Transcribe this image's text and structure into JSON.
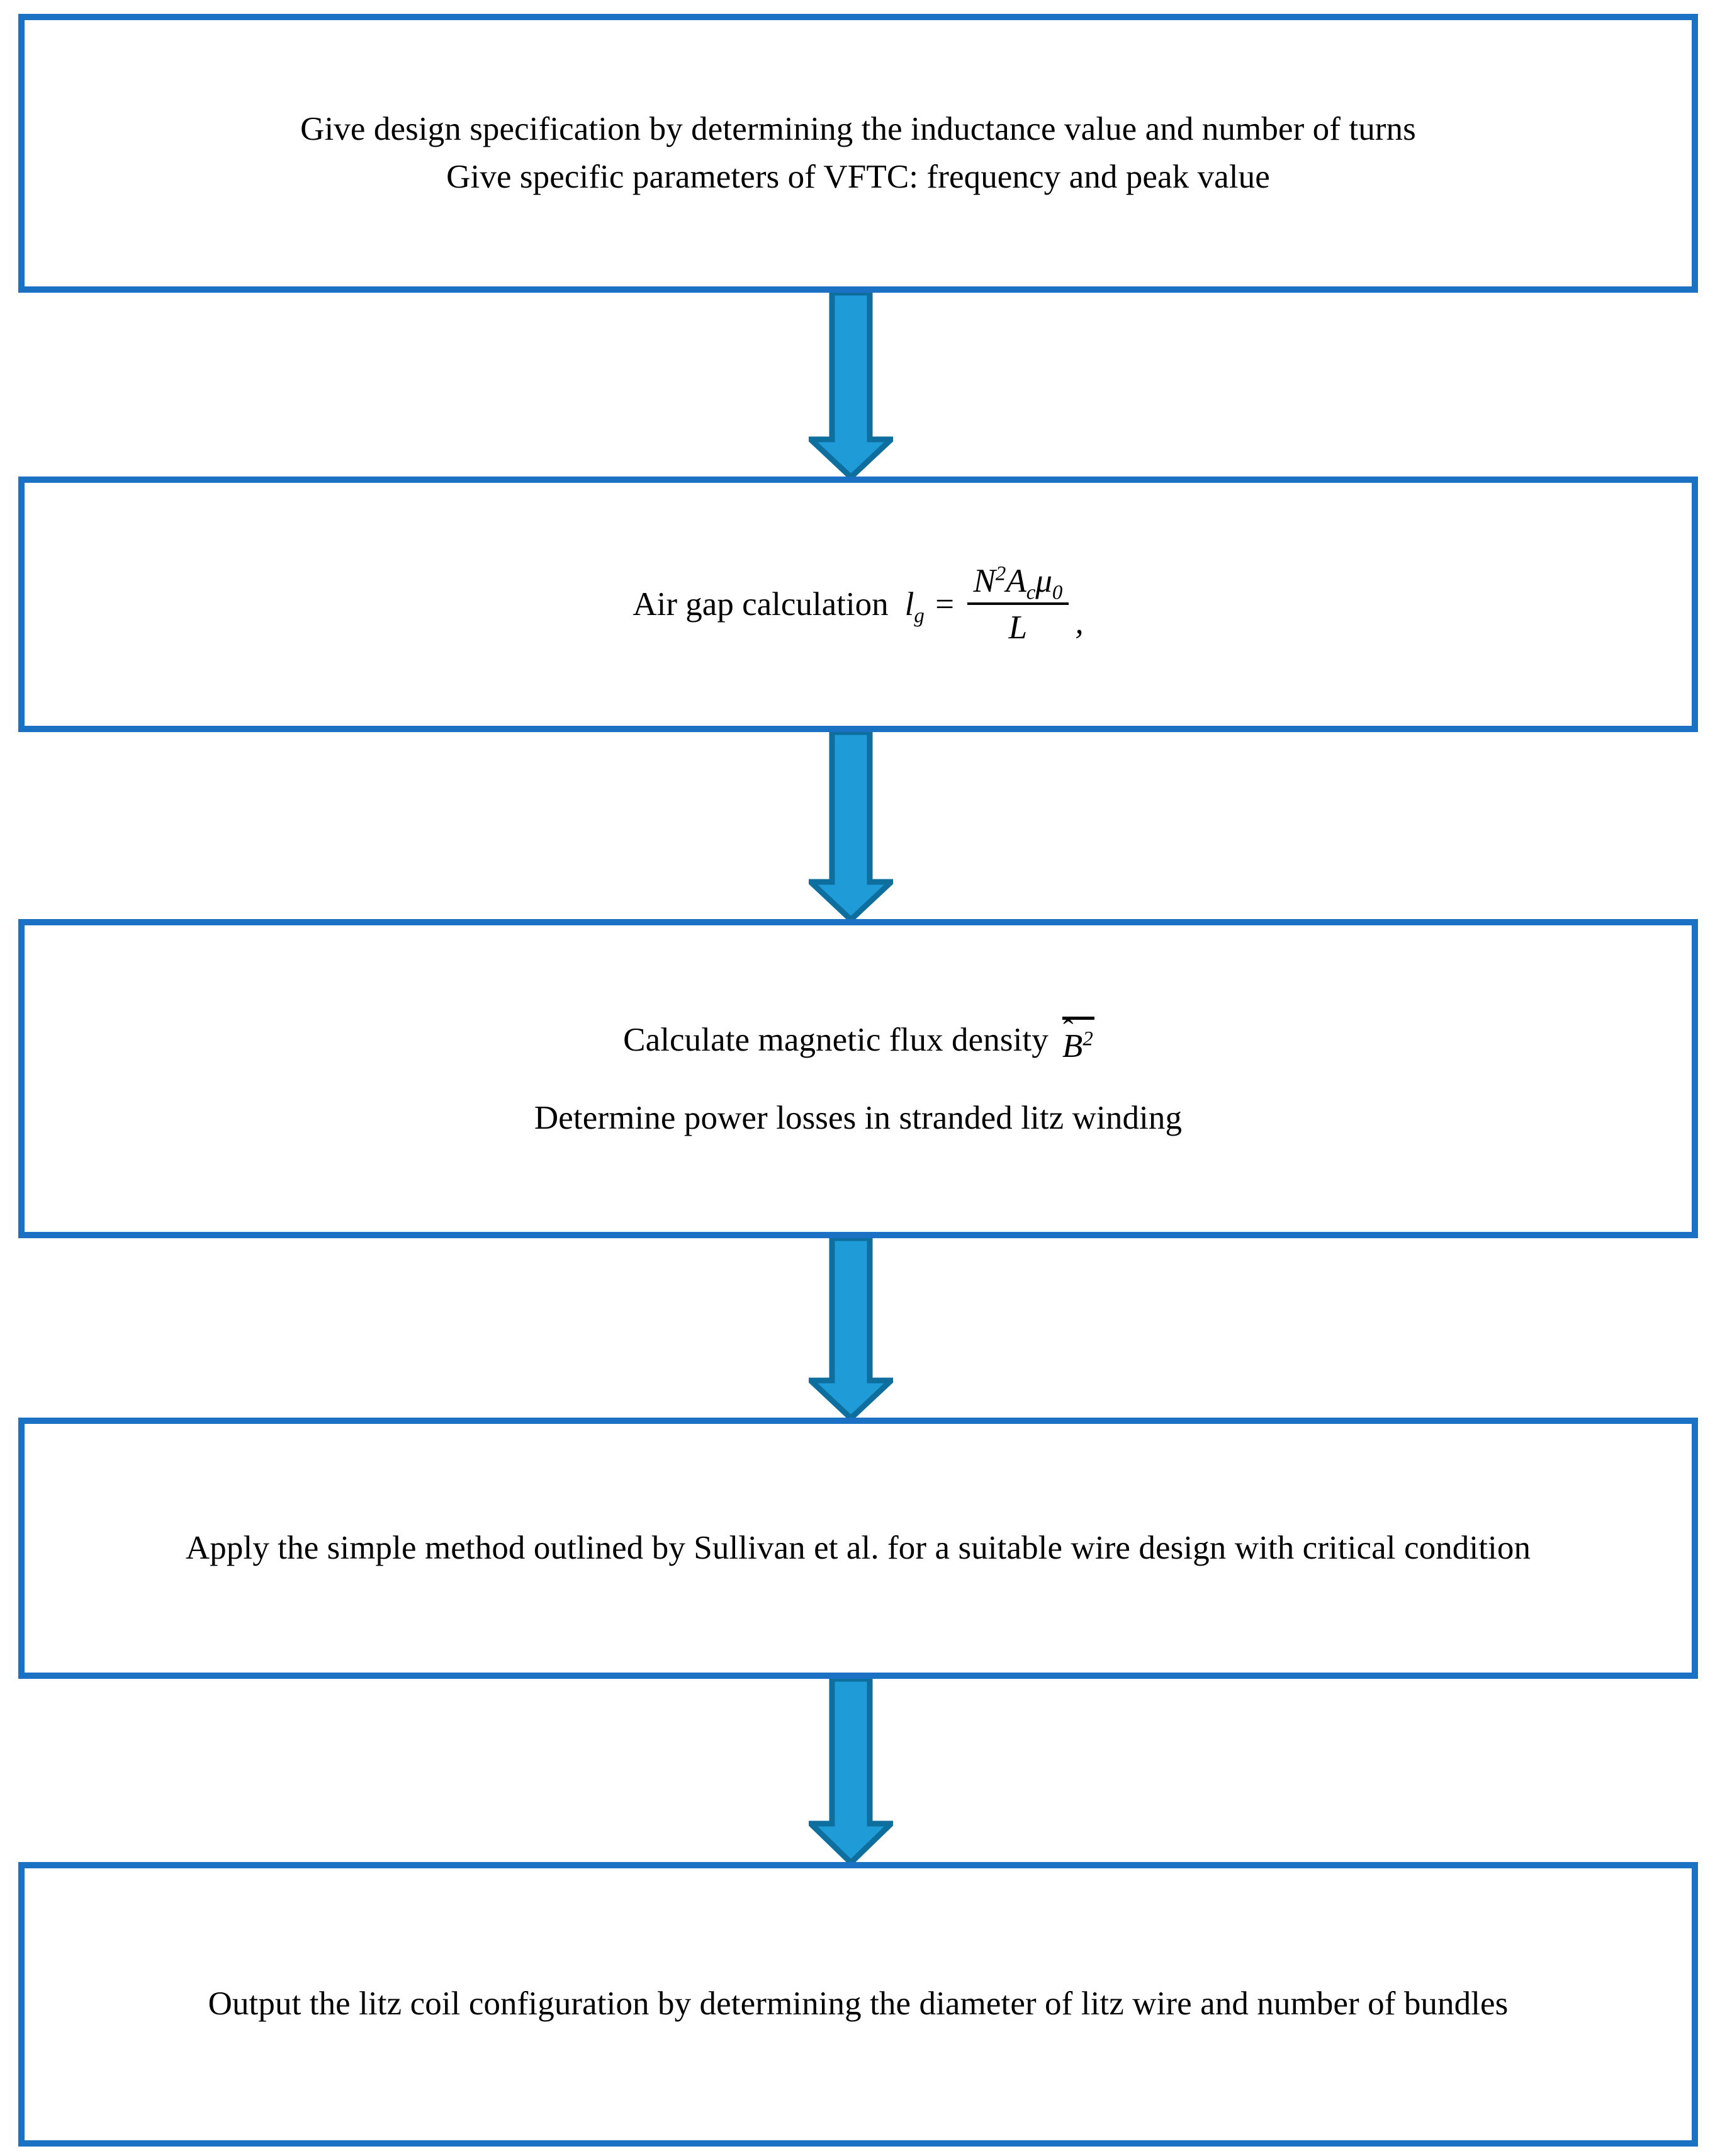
{
  "diagram": {
    "title": "Litz coil design procedure flowchart",
    "type": "flowchart",
    "orientation": "vertical",
    "colors": {
      "box_border": "#1B71C4",
      "box_fill": "#FFFFFF",
      "arrow_fill": "#1F9BD8",
      "arrow_outline": "#0E6F9E",
      "text": "#000000"
    },
    "nodes": [
      {
        "id": "node-1",
        "name": "design-specification",
        "lines": [
          "Give design specification by determining the inductance value and number of turns",
          "Give specific parameters of VFTC: frequency and peak value"
        ]
      },
      {
        "id": "node-2",
        "name": "air-gap-calculation",
        "lines": [
          "Air gap calculation"
        ],
        "formula": {
          "lhs_var": "l",
          "lhs_sub": "g",
          "equals": "=",
          "numerator": {
            "v1": "N",
            "v1_sup": "2",
            "v2": "A",
            "v2_sub": "c",
            "v3": "μ",
            "v3_sub": "0"
          },
          "denominator": "L",
          "trailing": ","
        }
      },
      {
        "id": "node-3",
        "name": "flux-density-and-losses",
        "lines": [
          "Calculate magnetic flux density",
          "Determine power losses in stranded litz winding"
        ],
        "symbol": {
          "base": "B",
          "hat": "ˆ",
          "overline": true,
          "superscript": "2"
        }
      },
      {
        "id": "node-4",
        "name": "sullivan-wire-design",
        "lines": [
          "Apply the simple method outlined by Sullivan et al. for a suitable wire design with critical condition"
        ]
      },
      {
        "id": "node-5",
        "name": "output-litz-configuration",
        "lines": [
          "Output the litz coil configuration by determining the diameter of litz wire and number of bundles"
        ]
      }
    ],
    "arrows": [
      {
        "id": "arrow-1",
        "from": "node-1",
        "to": "node-2",
        "direction": "down"
      },
      {
        "id": "arrow-2",
        "from": "node-2",
        "to": "node-3",
        "direction": "down"
      },
      {
        "id": "arrow-3",
        "from": "node-3",
        "to": "node-4",
        "direction": "down"
      },
      {
        "id": "arrow-4",
        "from": "node-4",
        "to": "node-5",
        "direction": "down"
      }
    ]
  }
}
